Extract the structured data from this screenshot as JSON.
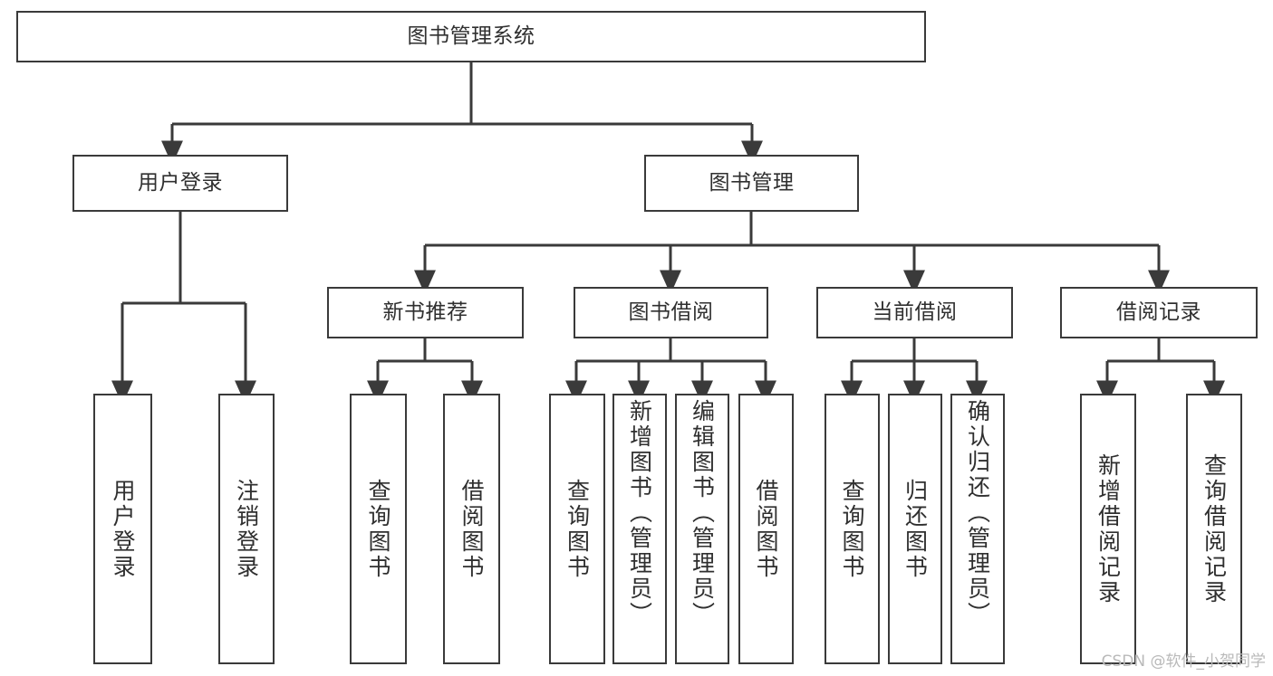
{
  "diagram": {
    "type": "tree-diagram",
    "title": "图书管理系统",
    "watermark": "CSDN @软件_小贺同学",
    "colors": {
      "border": "#3a3a3a",
      "text": "#2f2f2f",
      "background": "#ffffff",
      "edge": "#3a3a3a",
      "watermark": "#b9b9b9"
    },
    "nodes": {
      "root": {
        "label": "图书管理系统"
      },
      "level2": [
        {
          "id": "user-login",
          "label": "用户登录"
        },
        {
          "id": "book-management",
          "label": "图书管理"
        }
      ],
      "level3": [
        {
          "id": "new-book-recommend",
          "label": "新书推荐"
        },
        {
          "id": "book-borrow",
          "label": "图书借阅"
        },
        {
          "id": "current-borrow",
          "label": "当前借阅"
        },
        {
          "id": "borrow-record",
          "label": "借阅记录"
        }
      ],
      "leaves": {
        "user_login": [
          {
            "id": "leaf-user-login",
            "label": "用户登录"
          },
          {
            "id": "leaf-logout-login",
            "label": "注销登录"
          }
        ],
        "new_book_recommend": [
          {
            "id": "leaf-query-book-1",
            "label": "查询图书"
          },
          {
            "id": "leaf-borrow-book-1",
            "label": "借阅图书"
          }
        ],
        "book_borrow": [
          {
            "id": "leaf-query-book-2",
            "label": "查询图书"
          },
          {
            "id": "leaf-add-book-admin",
            "label": "新增图书（管理员）"
          },
          {
            "id": "leaf-edit-book-admin",
            "label": "编辑图书（管理员）"
          },
          {
            "id": "leaf-borrow-book-2",
            "label": "借阅图书"
          }
        ],
        "current_borrow": [
          {
            "id": "leaf-query-book-3",
            "label": "查询图书"
          },
          {
            "id": "leaf-return-book",
            "label": "归还图书"
          },
          {
            "id": "leaf-confirm-return-admin",
            "label": "确认归还（管理员）"
          }
        ],
        "borrow_record": [
          {
            "id": "leaf-add-borrow-record",
            "label": "新增借阅记录"
          },
          {
            "id": "leaf-query-borrow-record",
            "label": "查询借阅记录"
          }
        ]
      }
    }
  }
}
